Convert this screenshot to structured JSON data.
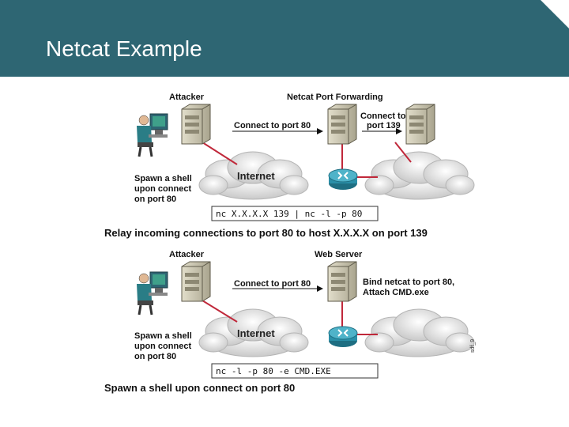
{
  "slide": {
    "title": "Netcat Example"
  },
  "diagram1": {
    "attacker_label": "Attacker",
    "forwarder_label": "Netcat Port Forwarding",
    "connect_label": "Connect to port 80",
    "connect_to_line1": "Connect to",
    "connect_to_line2": "port 139",
    "spawn_line1": "Spawn a shell",
    "spawn_line2": "upon connect",
    "spawn_line3": "on port 80",
    "internet_label": "Internet",
    "command": "nc X.X.X.X 139 | nc -l -p 80",
    "caption": "Relay incoming connections to port 80 to host X.X.X.X on port 139"
  },
  "diagram2": {
    "attacker_label": "Attacker",
    "server_label": "Web Server",
    "connect_label": "Connect to port 80",
    "bind_line1": "Bind netcat to port 80,",
    "bind_line2": "Attach CMD.exe",
    "spawn_line1": "Spawn a shell",
    "spawn_line2": "upon connect",
    "spawn_line3": "on port 80",
    "internet_label": "Internet",
    "command": "nc -l -p 80 -e CMD.EXE",
    "caption": "Spawn a shell upon connect on port 80"
  },
  "side_tag": "sdf_9",
  "colors": {
    "header": "#2e6673",
    "link": "#c0283a",
    "router": "#2a8fa8",
    "server": "#c8c4b0"
  }
}
